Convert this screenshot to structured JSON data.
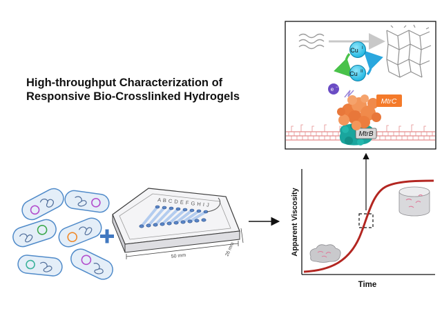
{
  "title": {
    "line1": "High-throughput Characterization of",
    "line2": "Responsive Bio-Crosslinked Hydrogels"
  },
  "inset": {
    "cu_top": "Cu",
    "cu_top_sup": "I",
    "cu_bottom": "Cu",
    "cu_bottom_sup": "II",
    "electron": "e",
    "electron_sup": "−",
    "protein_label": "MtrC",
    "membrane_protein_label": "MtrB"
  },
  "chip": {
    "column_letters": "A B C D E F G H I J",
    "dim_width": "50 mm",
    "dim_depth": "26 mm"
  },
  "plot": {
    "ylabel": "Apparent Viscosity",
    "xlabel": "Time"
  },
  "colors": {
    "cell_fill": "#e4eef8",
    "cell_stroke": "#4f8ac9",
    "channel": "#a8c6ee",
    "protein": "#f08a4b",
    "protein_label_bg": "#f47a2a",
    "mtrb": "#1aa59d",
    "cu_fill": "#2ac3e8",
    "cycle_green": "#49c24a",
    "cycle_blue": "#2aa7de",
    "electron": "#6a4cc4",
    "curve": "#b32621",
    "plus": "#4178c0",
    "membrane": "#e58b8b"
  }
}
